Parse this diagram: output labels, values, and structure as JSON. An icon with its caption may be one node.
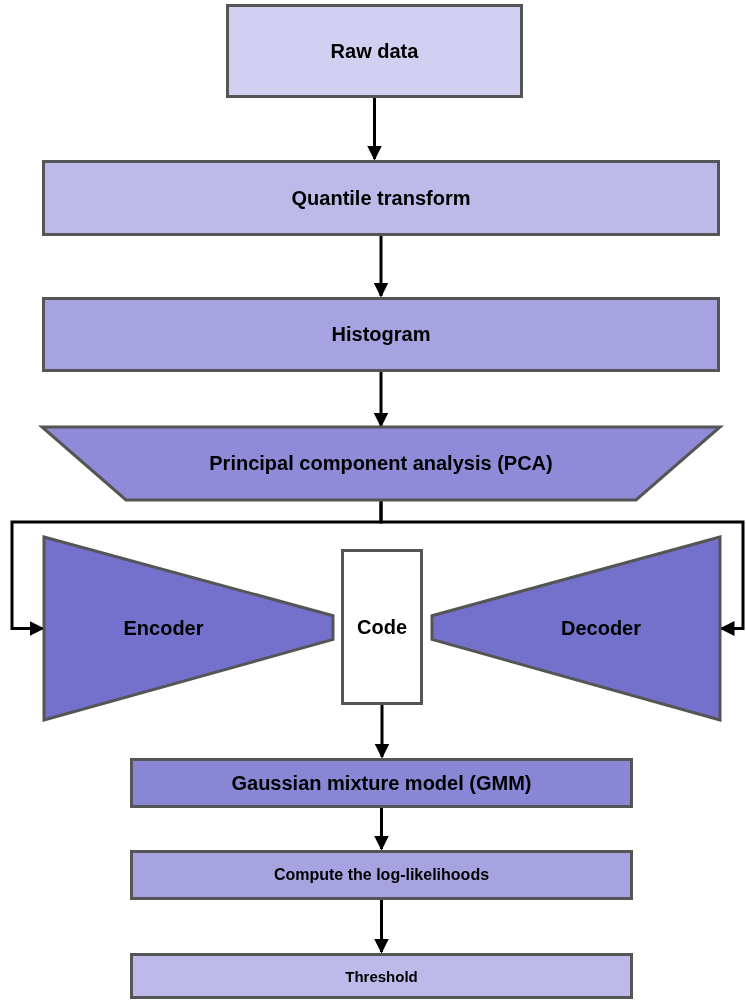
{
  "diagram": {
    "nodes": [
      {
        "text": [
          "Raw data"
        ]
      },
      {
        "text": [
          "Quantile transform"
        ]
      },
      {
        "text": [
          "Histogram"
        ]
      },
      {
        "text": [
          "Principal component analysis (PCA)"
        ]
      },
      {
        "text": [
          "Encoder"
        ]
      },
      {
        "text": [
          "Code"
        ]
      },
      {
        "text": [
          "Decoder"
        ]
      },
      {
        "text": [
          "Gaussian mixture model (GMM)"
        ]
      },
      {
        "text": [
          "Compute the log-likelihoods"
        ]
      },
      {
        "text": [
          "Threshold"
        ]
      }
    ],
    "edges": [
      {
        "from": 0,
        "to": 1,
        "arrow": "to"
      },
      {
        "from": 1,
        "to": 2,
        "arrow": "to"
      },
      {
        "from": 2,
        "to": 3,
        "arrow": "to"
      },
      {
        "from": 3,
        "to": 4,
        "arrow": "to"
      },
      {
        "from": 3,
        "to": 6,
        "arrow": "to"
      },
      {
        "from": 5,
        "to": 7,
        "arrow": "to"
      },
      {
        "from": 7,
        "to": 8,
        "arrow": "to"
      },
      {
        "from": 8,
        "to": 9,
        "arrow": "to"
      }
    ]
  }
}
